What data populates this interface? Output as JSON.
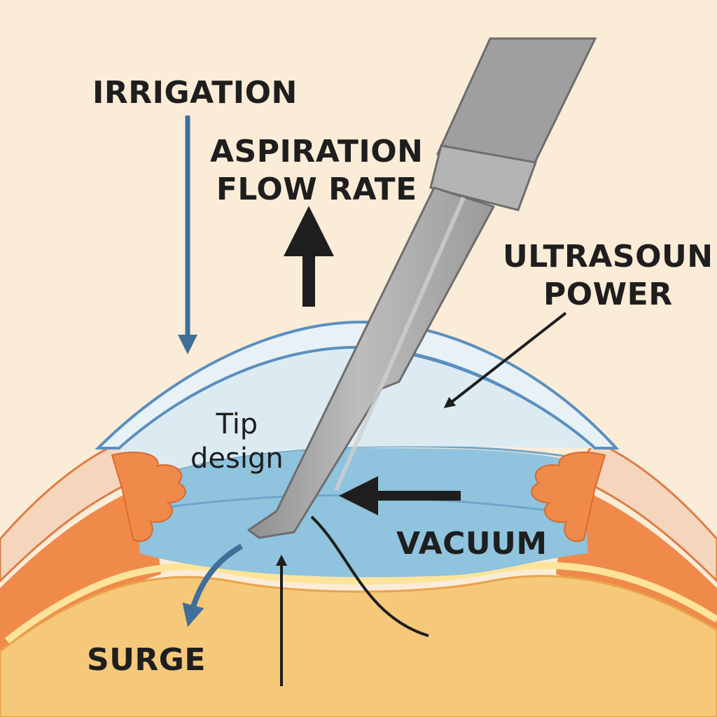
{
  "labels": {
    "irrigation": "IRRIGATION",
    "aspiration_line1": "ASPIRATION",
    "aspiration_line2": "FLOW RATE",
    "ultrasound_line1": "ULTRASOUN",
    "ultrasound_line2": "POWER",
    "tip_line1": "Tip",
    "tip_line2": "design",
    "vacuum": "VACUUM",
    "surge": "SURGE"
  },
  "colors": {
    "background": "#fbecd8",
    "cornea_outer": "#5a8fc0",
    "anterior_chamber": "#dcebf2",
    "fluid": "#8fc3de",
    "iris": "#ef8a4a",
    "sclera": "#f6d5bd",
    "lens": "#f6c87a",
    "instrument": "#a9a9a9",
    "irrigation_arrow": "#3f6f99",
    "dark_arrow": "#1e1e1e"
  },
  "icons": {
    "instrument": "phaco-handpiece-icon"
  }
}
